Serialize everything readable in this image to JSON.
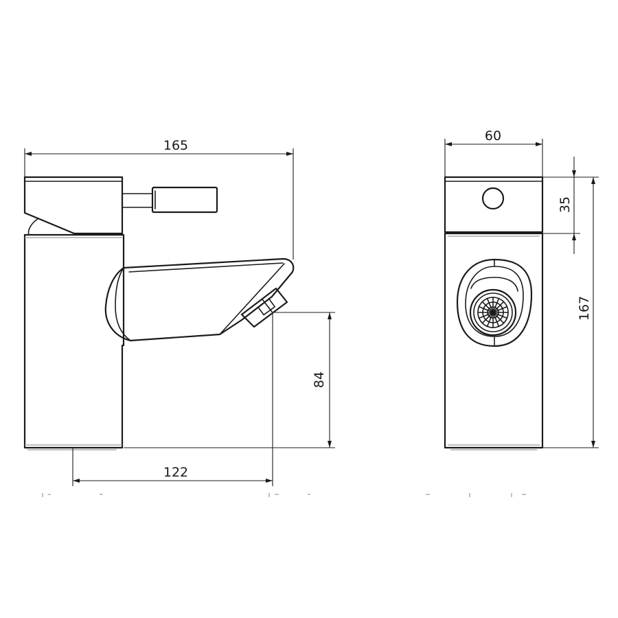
{
  "dimensions": {
    "overall_width": "165",
    "spout_reach": "122",
    "spout_height": "84",
    "body_depth": "60",
    "handle_height": "35",
    "overall_height": "167"
  }
}
